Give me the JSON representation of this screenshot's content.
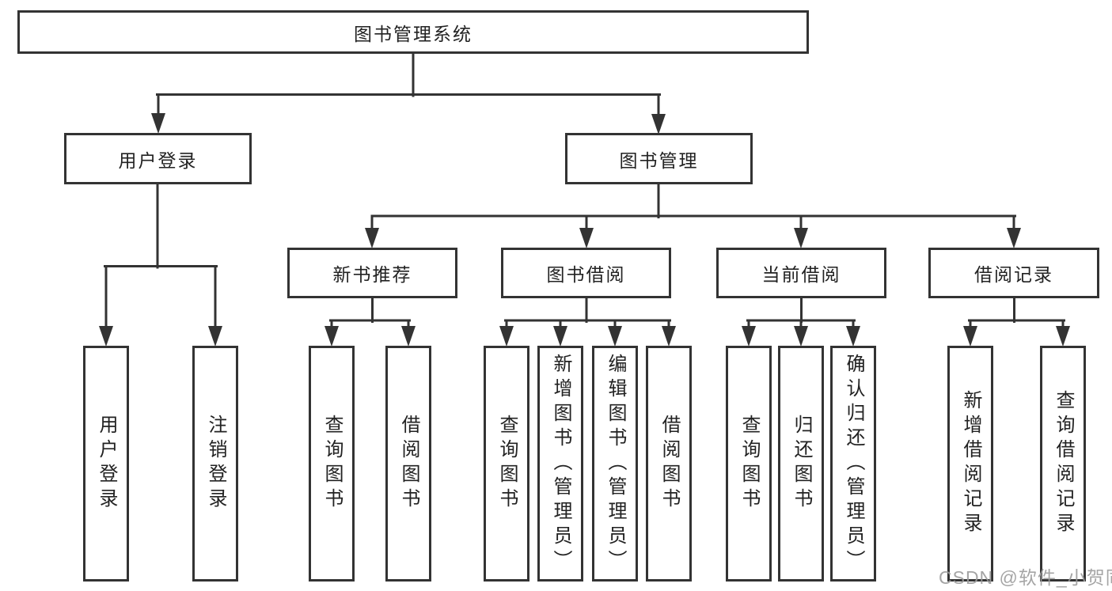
{
  "tree": {
    "label": "图书管理系统",
    "children": [
      {
        "label": "用户登录",
        "children": [
          {
            "label": "用户登录"
          },
          {
            "label": "注销登录"
          }
        ]
      },
      {
        "label": "图书管理",
        "children": [
          {
            "label": "新书推荐",
            "children": [
              {
                "label": "查询图书"
              },
              {
                "label": "借阅图书"
              }
            ]
          },
          {
            "label": "图书借阅",
            "children": [
              {
                "label": "查询图书"
              },
              {
                "label": "新增图书（管理员）"
              },
              {
                "label": "编辑图书（管理员）"
              },
              {
                "label": "借阅图书"
              }
            ]
          },
          {
            "label": "当前借阅",
            "children": [
              {
                "label": "查询图书"
              },
              {
                "label": "归还图书"
              },
              {
                "label": "确认归还（管理员）"
              }
            ]
          },
          {
            "label": "借阅记录",
            "children": [
              {
                "label": "新增借阅记录"
              },
              {
                "label": "查询借阅记录"
              }
            ]
          }
        ]
      }
    ]
  },
  "watermark": {
    "text": "CSDN @软件_小贺同学"
  },
  "colors": {
    "line": "#333333",
    "box_border": "#333333",
    "box_background": "#ffffff",
    "text": "#222222",
    "watermark": "#9b9b9b"
  }
}
